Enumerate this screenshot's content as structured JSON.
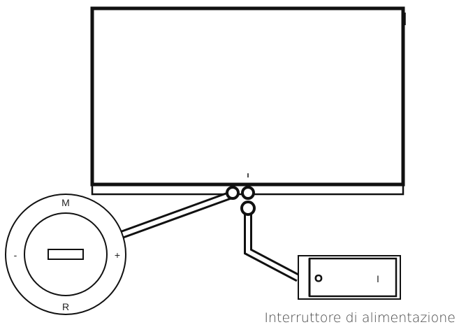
{
  "joystick": {
    "label_top": "M",
    "label_bottom": "R",
    "label_left": "-",
    "label_right": "+"
  },
  "power_switch": {
    "label_off": "O",
    "label_on": "I"
  },
  "caption": "Interruttore di alimentazione",
  "colors": {
    "line": "#111111",
    "background": "#ffffff",
    "caption_text": "#444444"
  }
}
